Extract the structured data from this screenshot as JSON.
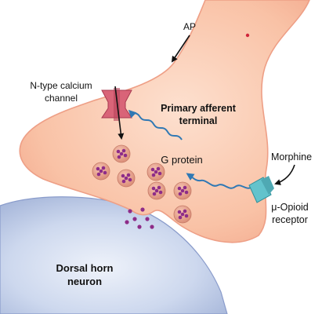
{
  "labels": {
    "ap": "AP",
    "n_type_line1": "N-type calcium",
    "n_type_line2": "channel",
    "terminal_line1": "Primary afferent",
    "terminal_line2": "terminal",
    "g_protein": "G protein",
    "morphine": "Morphine",
    "receptor_line1": "μ-Opioid",
    "receptor_line2": "receptor",
    "neuron_line1": "Dorsal horn",
    "neuron_line2": "neuron"
  },
  "colors": {
    "terminal_fill": "#f9c2a6",
    "terminal_edge": "#ee9f86",
    "neuron_fill": "#b9c6e2",
    "channel": "#d96478",
    "receptor": "#63c3cc",
    "wave_arrow": "#2f78b4",
    "vesicle_fill": "#e79c86",
    "vesicle_dot": "#8e2c88"
  }
}
